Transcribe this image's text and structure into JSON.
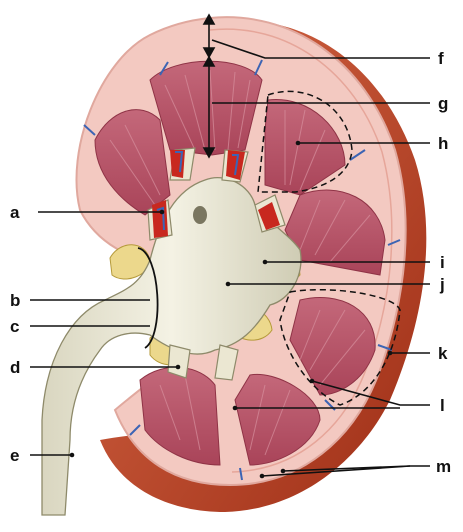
{
  "figure": {
    "labels": [
      "a",
      "b",
      "c",
      "d",
      "e",
      "f",
      "g",
      "h",
      "i",
      "j",
      "k",
      "l",
      "m"
    ]
  },
  "colors": {
    "capsule": "#b23b1e",
    "cortex": "#f3c9c1",
    "pyramid": "#b9566a",
    "pelvis": "#ece9d6",
    "fat": "#ecd88c",
    "vessel_red": "#c8281f",
    "vessel_blue": "#3c64b4",
    "leader": "#111111"
  }
}
